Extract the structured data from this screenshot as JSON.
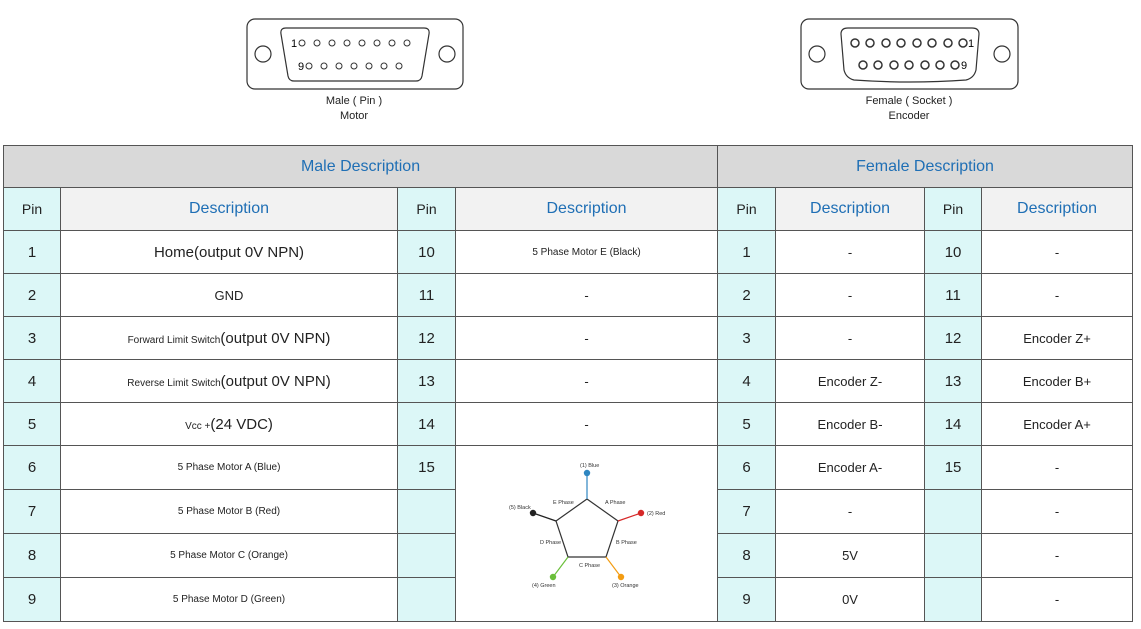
{
  "connectors": {
    "male": {
      "label_line1": "Male ( Pin )",
      "label_line2": "Motor",
      "pin_first": "1",
      "pin_second_row": "9"
    },
    "female": {
      "label_line1": "Female ( Socket )",
      "label_line2": "Encoder",
      "pin_first": "1",
      "pin_second_row": "9"
    }
  },
  "table": {
    "male_title": "Male Description",
    "female_title": "Female Description",
    "pin_header": "Pin",
    "desc_header": "Description",
    "male_rows": [
      {
        "pin": "1",
        "desc_small": "",
        "desc_big": "Home(output 0V NPN)",
        "pin2": "10",
        "desc2": "5 Phase Motor E (Black)"
      },
      {
        "pin": "2",
        "desc_small": "",
        "desc_big": "GND",
        "pin2": "11",
        "desc2": "-"
      },
      {
        "pin": "3",
        "desc_small": "Forward Limit Switch",
        "desc_big": "(output 0V NPN)",
        "pin2": "12",
        "desc2": "-"
      },
      {
        "pin": "4",
        "desc_small": "Reverse Limit Switch",
        "desc_big": "(output 0V NPN)",
        "pin2": "13",
        "desc2": "-"
      },
      {
        "pin": "5",
        "desc_small": "Vcc +",
        "desc_big": "(24 VDC)",
        "pin2": "14",
        "desc2": "-"
      },
      {
        "pin": "6",
        "desc_small": "5 Phase Motor A (Blue)",
        "desc_big": "",
        "pin2": "15",
        "desc2": ""
      },
      {
        "pin": "7",
        "desc_small": "5 Phase Motor B (Red)",
        "desc_big": "",
        "pin2": "",
        "desc2": ""
      },
      {
        "pin": "8",
        "desc_small": "5 Phase Motor C (Orange)",
        "desc_big": "",
        "pin2": "",
        "desc2": ""
      },
      {
        "pin": "9",
        "desc_small": "5 Phase Motor D (Green)",
        "desc_big": "",
        "pin2": "",
        "desc2": ""
      }
    ],
    "female_rows": [
      {
        "pin": "1",
        "desc": "-",
        "pin2": "10",
        "desc2": "-"
      },
      {
        "pin": "2",
        "desc": "-",
        "pin2": "11",
        "desc2": "-"
      },
      {
        "pin": "3",
        "desc": "-",
        "pin2": "12",
        "desc2": "Encoder Z+"
      },
      {
        "pin": "4",
        "desc": "Encoder Z-",
        "pin2": "13",
        "desc2": "Encoder B+"
      },
      {
        "pin": "5",
        "desc": "Encoder B-",
        "pin2": "14",
        "desc2": "Encoder A+"
      },
      {
        "pin": "6",
        "desc": "Encoder A-",
        "pin2": "15",
        "desc2": "-"
      },
      {
        "pin": "7",
        "desc": "-",
        "pin2": "",
        "desc2": "-"
      },
      {
        "pin": "8",
        "desc": "5V",
        "pin2": "",
        "desc2": "-"
      },
      {
        "pin": "9",
        "desc": "0V",
        "pin2": "",
        "desc2": "-"
      }
    ]
  },
  "diagram": {
    "blue": "(1) Blue",
    "red": "(2) Red",
    "orange": "(3) Orange",
    "green": "(4) Green",
    "black": "(5) Black",
    "phase_a": "A Phase",
    "phase_b": "B Phase",
    "phase_c": "C Phase",
    "phase_d": "D Phase",
    "phase_e": "E Phase",
    "colors": {
      "blue": "#2e86c1",
      "red": "#d62828",
      "orange": "#f39c12",
      "green": "#6abf3a",
      "black": "#222222"
    }
  }
}
